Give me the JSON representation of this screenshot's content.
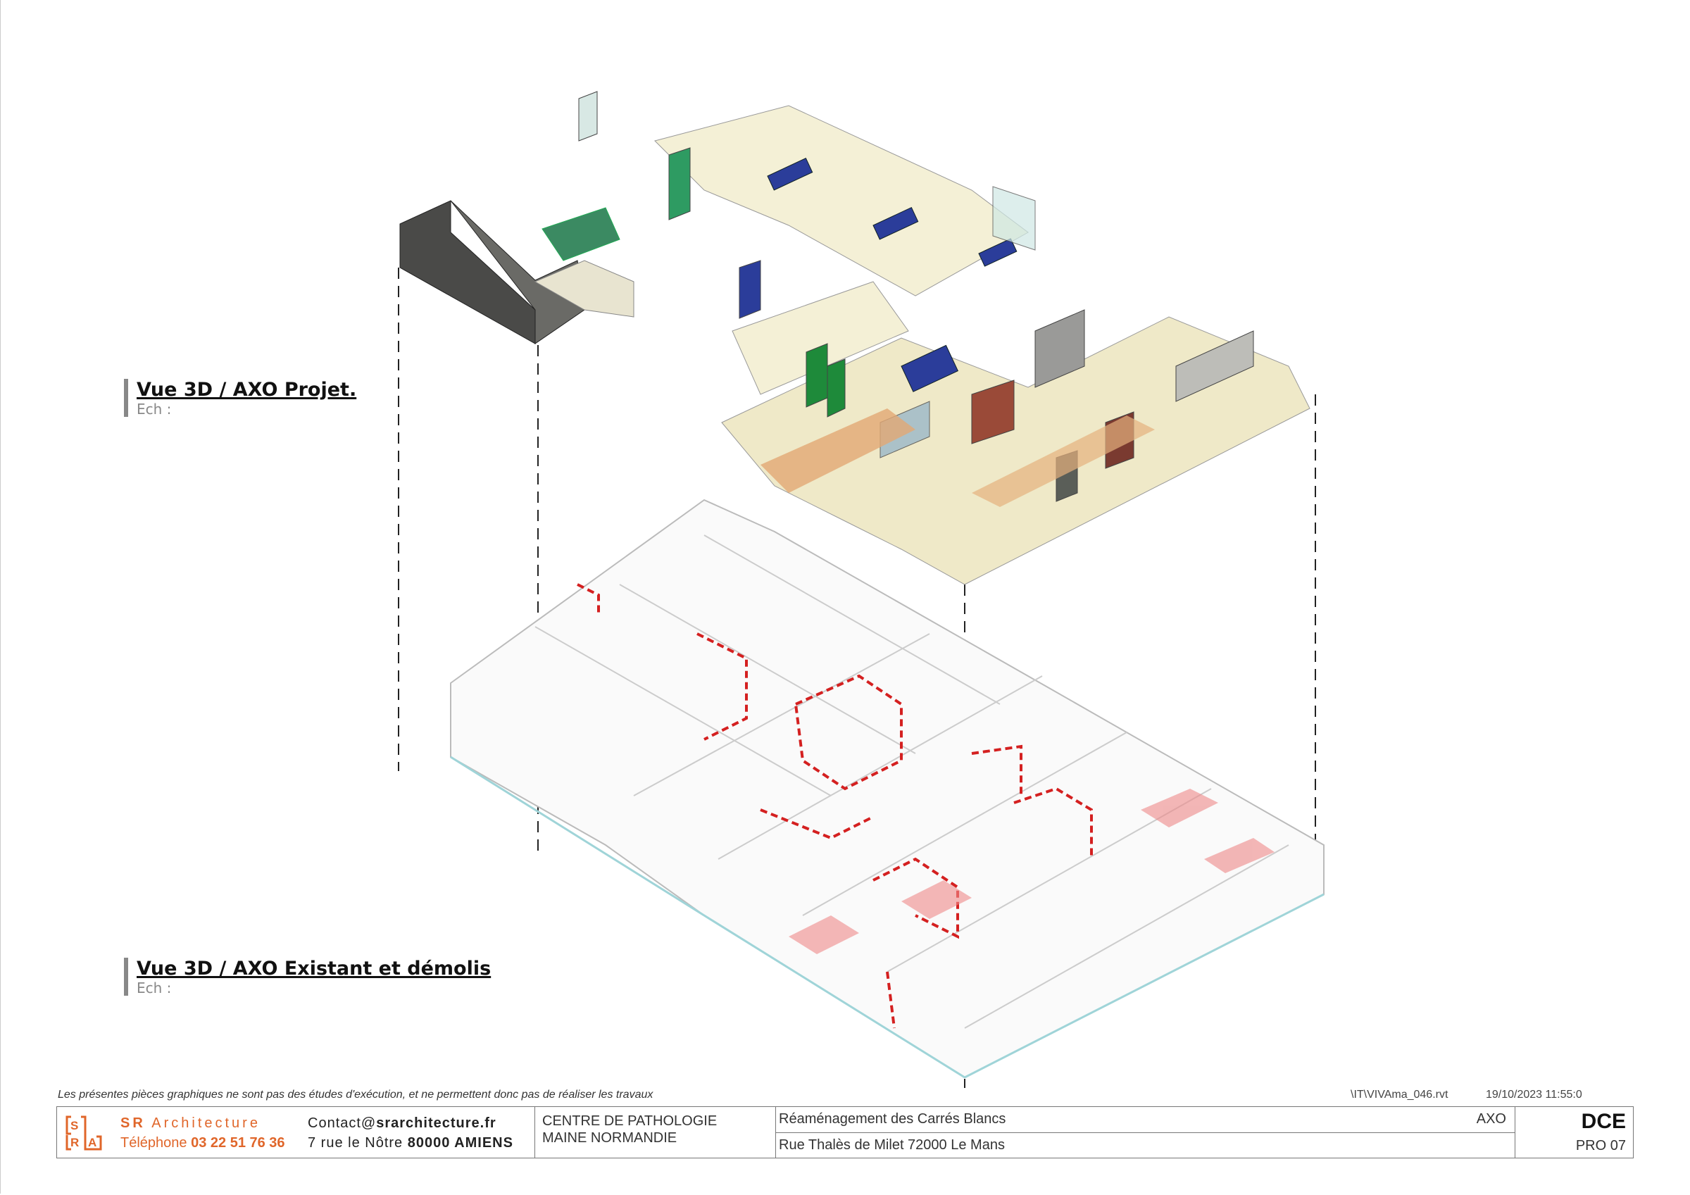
{
  "views": [
    {
      "title": "Vue 3D /  AXO Projet.",
      "scale": "Ech :"
    },
    {
      "title": "Vue 3D /  AXO Existant et démolis",
      "scale": "Ech :"
    }
  ],
  "disclaimer": "Les présentes pièces graphiques ne sont pas des études d'exécution, et ne permettent donc pas de réaliser les travaux",
  "file": {
    "name": "\\IT\\VIVAma_046.rvt",
    "date": "19/10/2023 11:55:0"
  },
  "titleblock": {
    "logo_letters": "SRA",
    "firm": {
      "prefix": "SR",
      "name": "Architecture",
      "phone_label": "Téléphone",
      "phone": "03 22 51 76 36"
    },
    "contact": {
      "label": "Contact@",
      "domain": "srarchitecture.fr",
      "street": "7 rue le Nôtre",
      "city": "80000 AMIENS"
    },
    "client": {
      "line1": "CENTRE DE PATHOLOGIE",
      "line2": "MAINE NORMANDIE"
    },
    "project": {
      "name": "Réaménagement des Carrés Blancs",
      "view_type": "AXO",
      "address": "Rue Thalès de Milet 72000 Le Mans"
    },
    "phase": "DCE",
    "sheet": "PRO 07"
  },
  "colors": {
    "accent": "#e0662a",
    "demolition": "#d42020",
    "floor": "#efe9c8"
  }
}
